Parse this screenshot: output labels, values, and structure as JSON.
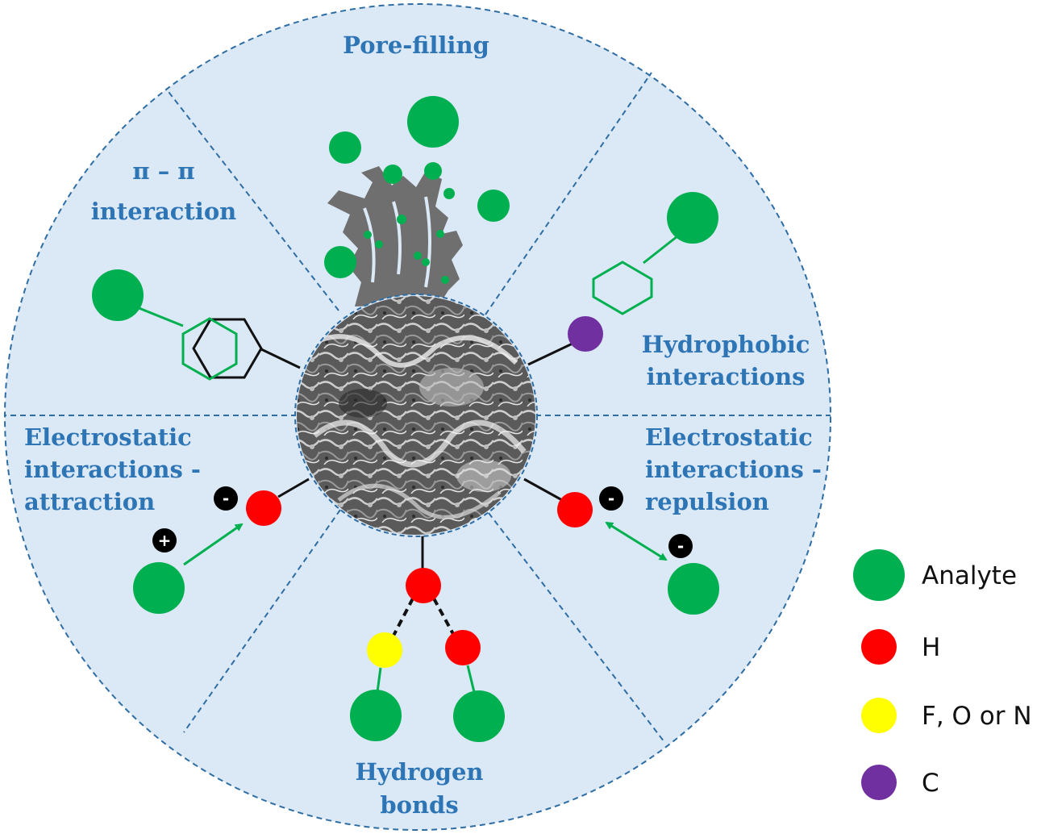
{
  "colors": {
    "panel_fill": "#dbe8f5",
    "panel_border": "#2e6da4",
    "label_text": "#2e75b6",
    "analyte": "#00b050",
    "hydrogen": "#ff0000",
    "heteroatom": "#ffff00",
    "carbon": "#7030a0",
    "bond": "#111111",
    "charge_badge": "#000000",
    "pore_grey": "#6f6f6f"
  },
  "segments": {
    "pore_filling": {
      "line1": "Pore-filling"
    },
    "pi_pi": {
      "line1": "π – π",
      "line2": "interaction"
    },
    "hydrophobic": {
      "line1": "Hydrophobic",
      "line2": "interactions"
    },
    "electro_attraction": {
      "line1": "Electrostatic",
      "line2": "interactions -",
      "line3": "attraction"
    },
    "electro_repulsion": {
      "line1": "Electrostatic",
      "line2": "interactions -",
      "line3": "repulsion"
    },
    "hydrogen_bonds": {
      "line1": "Hydrogen",
      "line2": "bonds"
    }
  },
  "charges": {
    "negative": "-",
    "positive": "+"
  },
  "legend": [
    {
      "label": "Analyte",
      "color": "#00b050",
      "icon": "analyte-dot-icon"
    },
    {
      "label": "H",
      "color": "#ff0000",
      "icon": "hydrogen-dot-icon"
    },
    {
      "label": "F, O or N",
      "color": "#ffff00",
      "icon": "heteroatom-dot-icon"
    },
    {
      "label": "C",
      "color": "#7030a0",
      "icon": "carbon-dot-icon"
    }
  ]
}
